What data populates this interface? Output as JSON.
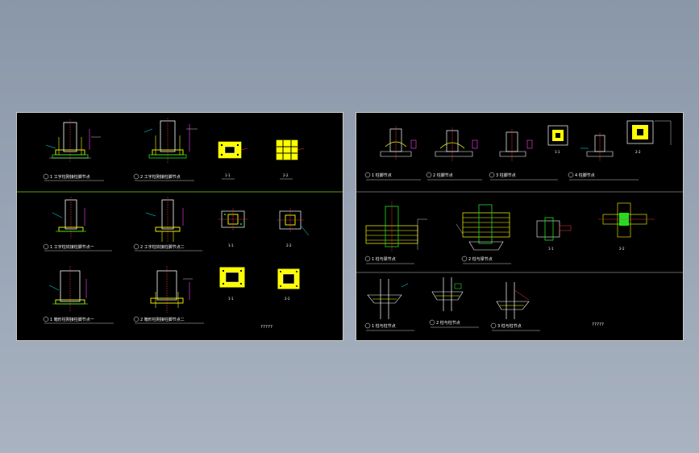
{
  "colors": {
    "background": "#9aa6b6",
    "sheet": "#000000",
    "frame": "#c9c9c9",
    "separator": "#7cd11f",
    "primary_line": "#ffffff",
    "highlight": "#ffff00",
    "accent_cyan": "#00ffff",
    "accent_red": "#ff3b3b",
    "accent_green": "#22dd22",
    "accent_magenta": "#ff44ff"
  },
  "left_sheet": {
    "stamp": "?????",
    "captions": [
      "1 工字柱刚接柱脚节点",
      "2 工字柱刚接柱脚节点",
      "1 工字柱铰接柱脚节点一",
      "2 工字柱铰接柱脚节点二",
      "1 箱形柱刚接柱脚节点一",
      "2 箱形柱刚接柱脚节点二"
    ],
    "section_labels": [
      "1-1",
      "2-2",
      "1-1",
      "2-2",
      "1-1",
      "2-2"
    ]
  },
  "right_sheet": {
    "stamp": "?????",
    "captions": [
      "1 柱脚节点",
      "2 柱脚节点",
      "3 柱脚节点",
      "4 柱脚节点",
      "1 柱与梁节点",
      "2 柱与梁节点",
      "1 柱与柱节点",
      "2 柱与柱节点",
      "3 柱与柱节点"
    ],
    "section_labels": [
      "1-1",
      "2-2",
      "1-1",
      "2-2"
    ]
  }
}
